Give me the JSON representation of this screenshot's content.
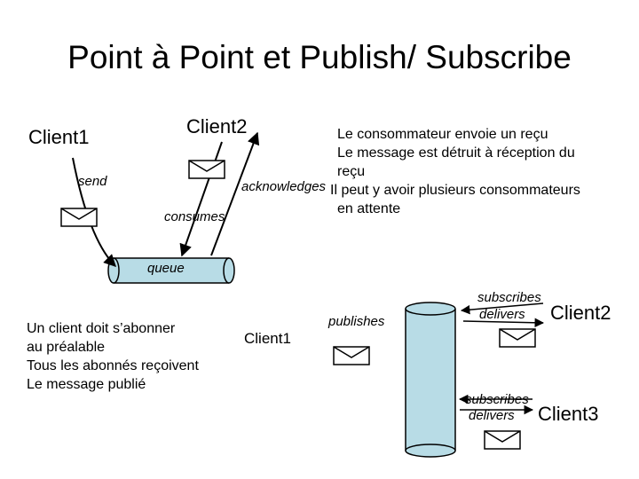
{
  "title": "Point à Point et Publish/ Subscribe",
  "p2p": {
    "client1": "Client1",
    "client2": "Client2",
    "send": "send",
    "consumes": "consumes",
    "acknowledges": "acknowledges",
    "queue": "queue",
    "notes": [
      "Le consommateur envoie un reçu",
      "Le message est détruit à réception du",
      "reçu",
      "Il peut y avoir plusieurs consommateurs",
      "en attente"
    ]
  },
  "pubsub": {
    "notes": [
      "Un client doit s’abonner",
      "au préalable",
      "Tous les abonnés reçoivent",
      "Le message publié"
    ],
    "client1": "Client1",
    "publishes": "publishes",
    "client2": "Client2",
    "client3": "Client3",
    "subscribes_1": "subscribes",
    "delivers_1": "delivers",
    "subscribes_2": "subscribes",
    "delivers_2": "delivers"
  },
  "colors": {
    "queue_fill": "#b8dce6",
    "topic_fill": "#b8dce6",
    "envelope_fill": "#ffffff",
    "stroke": "#000000"
  },
  "icons": [
    "envelope-icon",
    "queue-cylinder",
    "topic-cylinder",
    "arrow"
  ]
}
